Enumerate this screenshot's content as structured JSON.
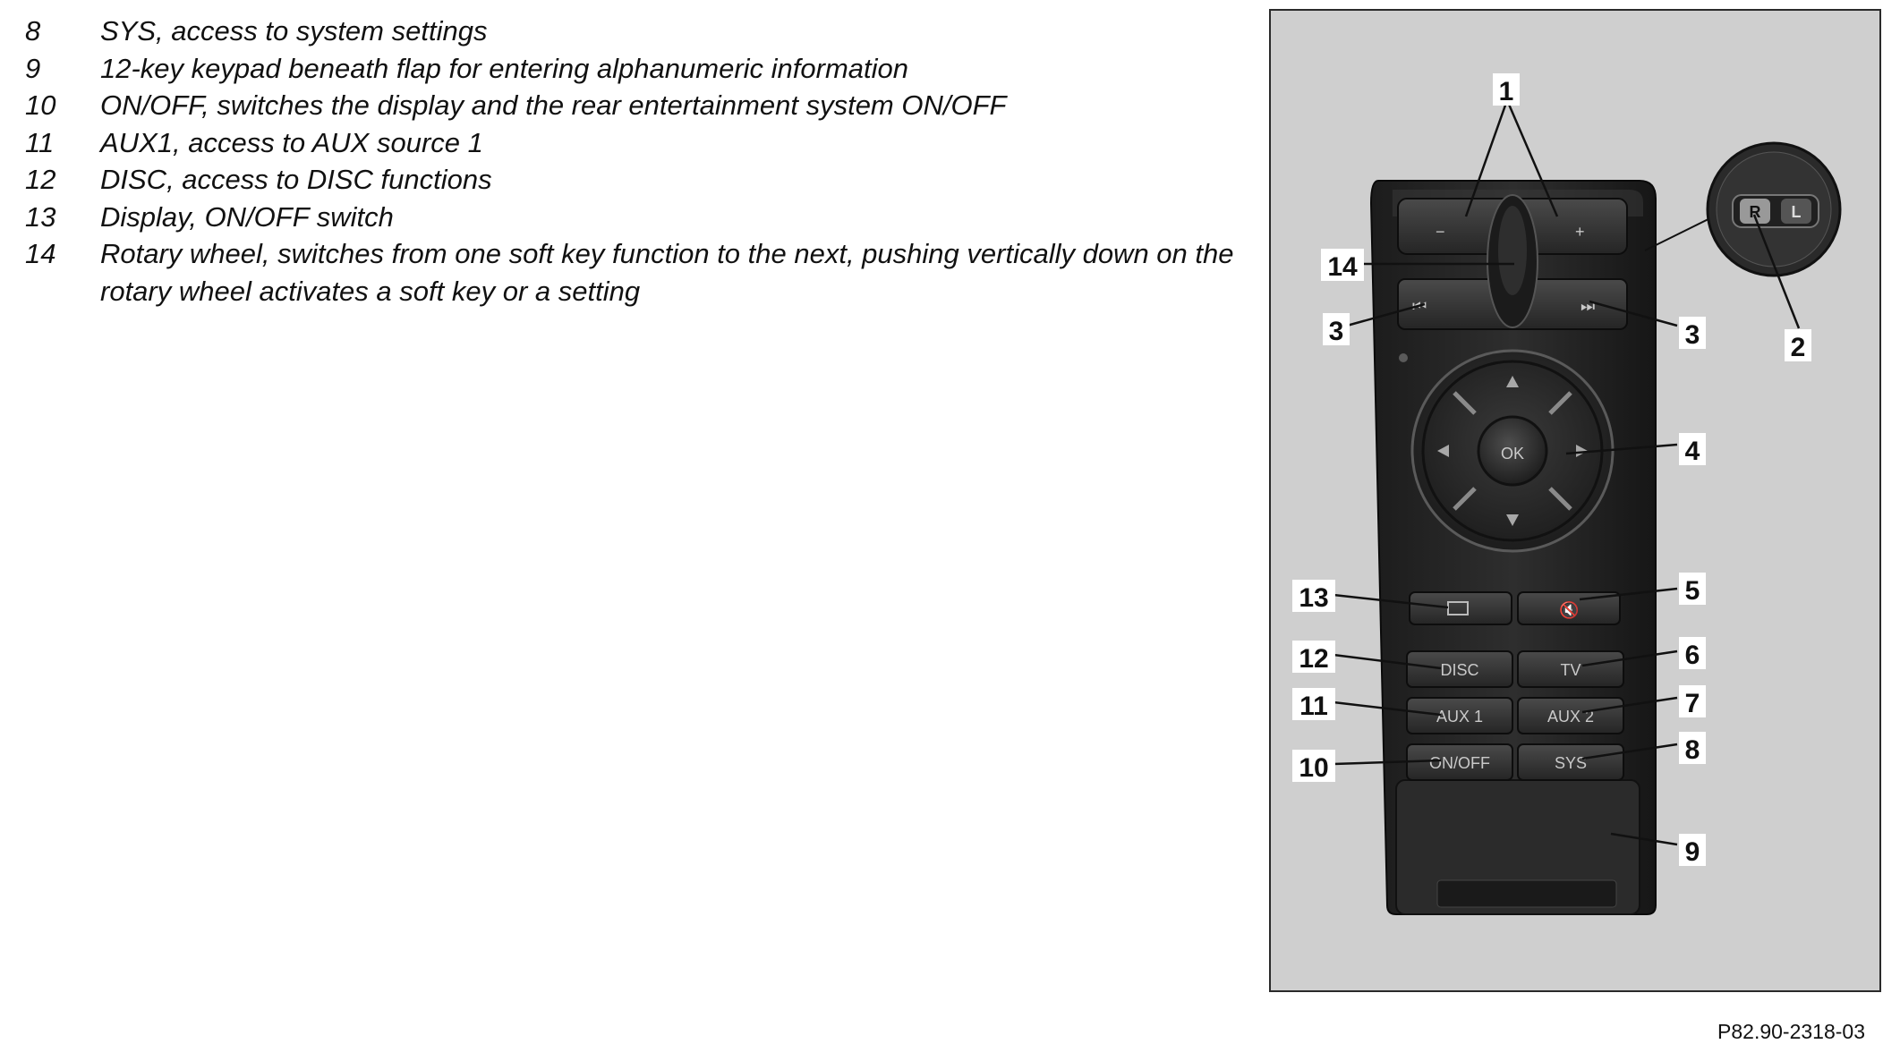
{
  "legend": [
    {
      "num": "8",
      "text": "SYS, access to system settings"
    },
    {
      "num": "9",
      "text": "12-key keypad beneath flap for entering alphanumeric information"
    },
    {
      "num": "10",
      "text": "ON/OFF, switches the display and the rear entertainment system ON/OFF"
    },
    {
      "num": "11",
      "text": "AUX1, access to AUX source 1"
    },
    {
      "num": "12",
      "text": "DISC, access to DISC functions"
    },
    {
      "num": "13",
      "text": "Display, ON/OFF switch"
    },
    {
      "num": "14",
      "text": "Rotary wheel, switches from one soft key function to the next, pushing vertically down on the rotary wheel activates a soft key or a setting"
    }
  ],
  "figure": {
    "reference": "P82.90-2318-03",
    "remote_buttons": {
      "minus": "−",
      "plus": "+",
      "ok": "OK",
      "disc": "DISC",
      "tv": "TV",
      "aux1": "AUX 1",
      "aux2": "AUX 2",
      "onoff": "ON/OFF",
      "sys": "SYS",
      "switch_r": "R",
      "switch_l": "L"
    },
    "callouts": {
      "c1": "1",
      "c2": "2",
      "c3a": "3",
      "c3b": "3",
      "c4": "4",
      "c5": "5",
      "c6": "6",
      "c7": "7",
      "c8": "8",
      "c9": "9",
      "c10": "10",
      "c11": "11",
      "c12": "12",
      "c13": "13",
      "c14": "14"
    }
  }
}
